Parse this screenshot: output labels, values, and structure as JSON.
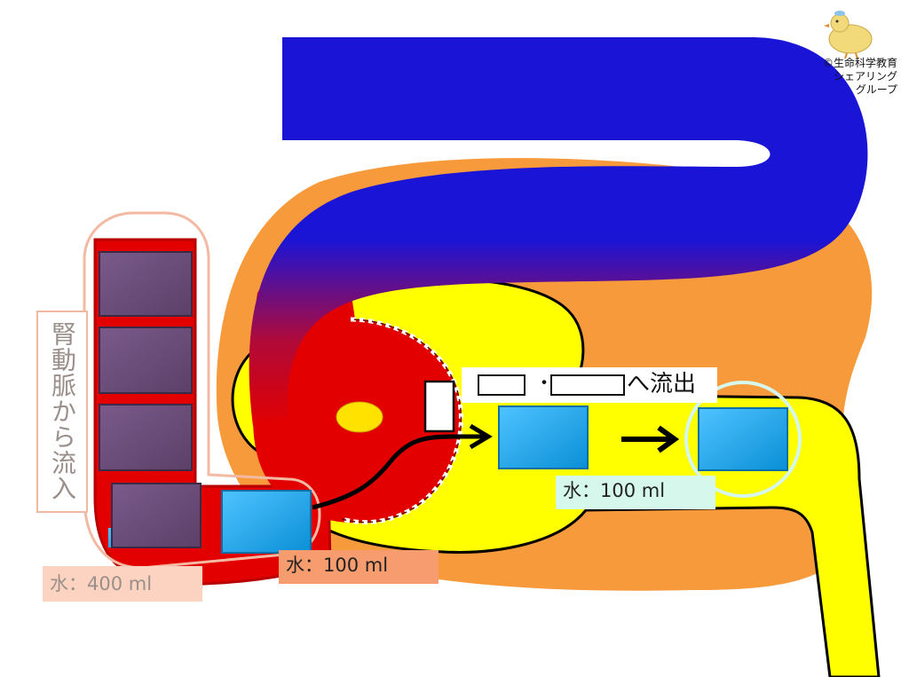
{
  "labels": {
    "water_400": "水：400 ml",
    "water_100_artery": "水：100 ml",
    "water_100_tubule": "水：100 ml",
    "vertical": "腎動脈から流入",
    "outflow_separator": "・",
    "outflow_suffix": "へ流出"
  },
  "credit": {
    "line1": "©生命科学教育",
    "line2": "シェアリング",
    "line3": "グループ"
  },
  "colors": {
    "artery_red": "#e20000",
    "vein_blue": "#1a14d6",
    "kidney_orange": "#f79a3c",
    "tubule_yellow": "#ffff00",
    "water_block": "#1aa3e8",
    "blood_block": "#6e4f7b",
    "label_peach": "#f79c6e",
    "label_mint": "#d5f7ec"
  },
  "icons": {
    "chick": "chick-logo-icon",
    "arrow": "right-arrow-icon"
  }
}
